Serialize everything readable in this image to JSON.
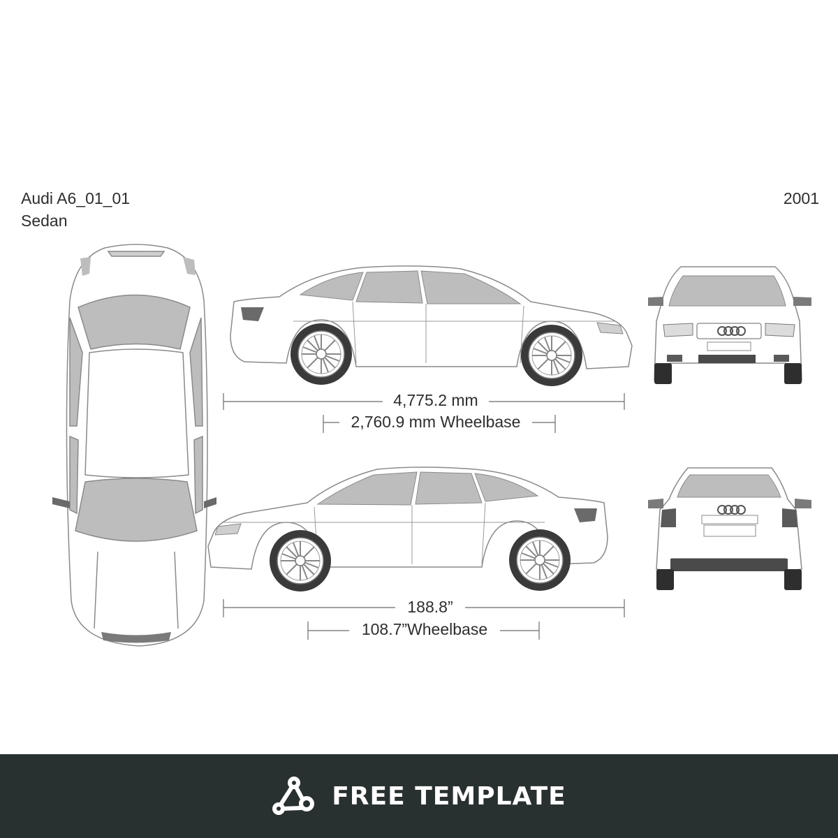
{
  "header": {
    "model": "Audi A6_01_01",
    "body_type": "Sedan",
    "year": "2001"
  },
  "dimensions": {
    "length_metric": "4,775.2 mm",
    "wheelbase_metric": "2,760.9 mm Wheelbase",
    "length_imperial": "188.8”",
    "wheelbase_imperial": "108.7”Wheelbase"
  },
  "footer": {
    "label": "FREE TEMPLATE",
    "icon": "share-nodes-icon"
  },
  "colors": {
    "footer_bg": "#283030",
    "glass": "#bdbdbd",
    "tire": "#3a3a3a",
    "outline": "#8a8a8a"
  }
}
